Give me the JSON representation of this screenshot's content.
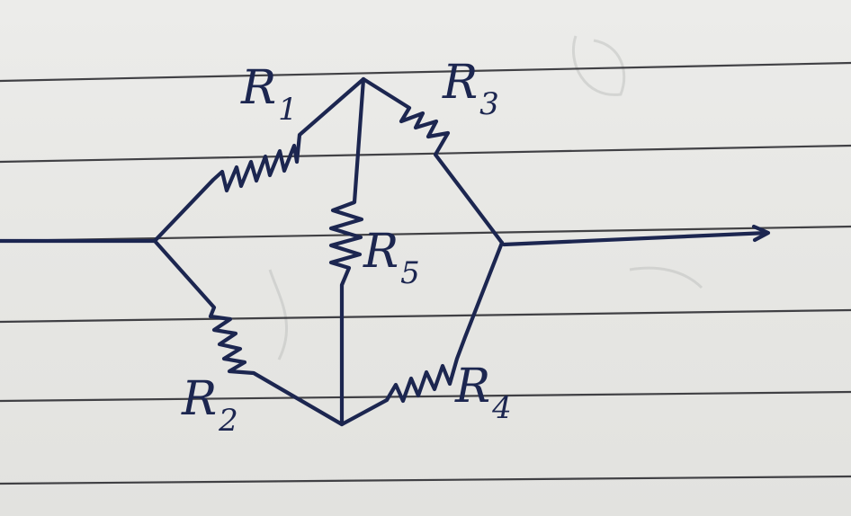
{
  "labels": {
    "r1": {
      "main": "R",
      "sub": "1"
    },
    "r2": {
      "main": "R",
      "sub": "2"
    },
    "r3": {
      "main": "R",
      "sub": "3"
    },
    "r4": {
      "main": "R",
      "sub": "4"
    },
    "r5": {
      "main": "R",
      "sub": "5"
    }
  },
  "colors": {
    "ink": "#1c2650",
    "rule": "#232328",
    "paper": "#e8e8e5"
  }
}
